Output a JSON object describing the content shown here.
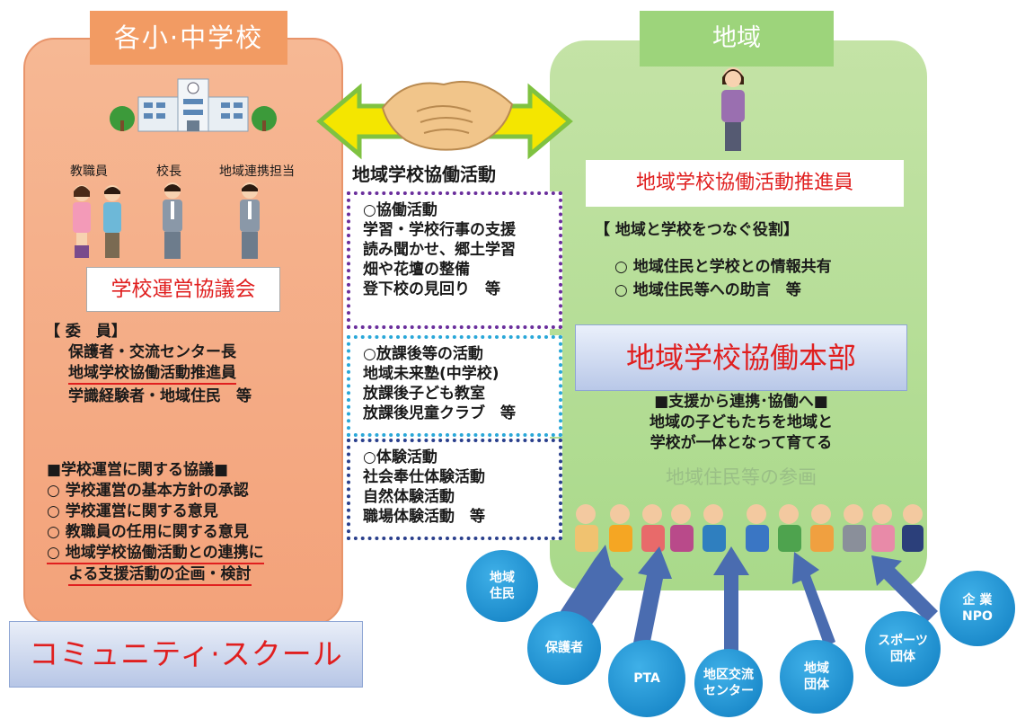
{
  "school": {
    "header": "各小·中学校",
    "roles": [
      "教職員",
      "校長",
      "地域連携担当"
    ],
    "council": "学校運営協議会",
    "members_title": "【 委　員】",
    "members": [
      "保護者・交流センター長",
      "地域学校協働活動推進員",
      "学識経験者・地域住民　等"
    ],
    "duties_title": "■学校運営に関する協議■",
    "duties": [
      "○ 学校運営の基本方針の承認",
      "○ 学校運営に関する意見",
      "○ 教職員の任用に関する意見",
      "○ 地域学校協働活動との連携に",
      "よる支援活動の企画・検討"
    ]
  },
  "center": {
    "title": "地域学校協働活動",
    "kyodo": [
      "○協働活動",
      "学習・学校行事の支援",
      "読み聞かせ、郷土学習",
      "畑や花壇の整備",
      "登下校の見回り　等"
    ],
    "houkago": [
      "○放課後等の活動",
      "地域未来塾(中学校)",
      "放課後子ども教室",
      "放課後児童クラブ　等"
    ],
    "taiken": [
      "○体験活動",
      "社会奉仕体験活動",
      "自然体験活動",
      "職場体験活動　等"
    ]
  },
  "region": {
    "header": "地域",
    "coordinator": "地域学校協働活動推進員",
    "role_title": "【 地域と学校をつなぐ役割】",
    "roles": [
      "○ 地域住民と学校との情報共有",
      "○ 地域住民等への助言　等"
    ],
    "honbu": "地域学校協働本部",
    "slogan": [
      "■支援から連携･協働へ■",
      "地域の子どもたちを地域と",
      "学校が一体となって育てる"
    ],
    "participation": "地域住民等の参画"
  },
  "cs_label": "コミュニティ·スクール",
  "groups": [
    "地域\n住民",
    "保護者",
    "PTA",
    "地区交流\nセンター",
    "地域\n団体",
    "スポーツ\n団体",
    "企 業\nNPO"
  ],
  "colors": {
    "school_panel": "#f3a27a",
    "region_panel": "#a9d98a",
    "accent_red": "#e01f1f",
    "arrow_yellow": "#f4e600",
    "arrow_green": "#7fc241",
    "circle_blue": "#1d8ccc",
    "up_arrow": "#4a6cb0"
  },
  "icons": [
    "school-building-icon",
    "handshake-icon",
    "double-arrow-icon",
    "person-icon"
  ]
}
